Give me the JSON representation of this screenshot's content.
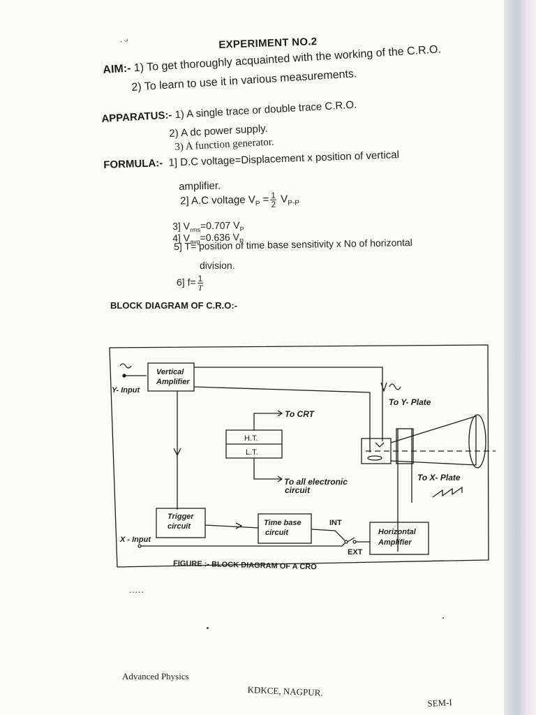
{
  "header": {
    "mark": "· ᵕᵎ",
    "title": "EXPERIMENT NO.2"
  },
  "aim": {
    "label": "AIM:-",
    "items": [
      "1) To get thoroughly acquainted with the working of the C.R.O.",
      "2) To learn to use it in various measurements."
    ]
  },
  "apparatus": {
    "label": "APPARATUS:-",
    "items": [
      "1) A single trace or double trace C.R.O.",
      "2) A dc power supply.",
      "3) A function generator."
    ]
  },
  "formula": {
    "label": "FORMULA:-",
    "f1a": "1] D.C voltage=Displacement x  position of vertical",
    "f1b": "amplifier.",
    "f2_prefix": "2] A.C voltage V",
    "f2_sub": "P",
    "f2_eq": " =",
    "f2_num": "1",
    "f2_den": "2",
    "f2_v": " V",
    "f2_vsub": "P-P",
    "f3_a": "3] V",
    "f3_sub": "rms",
    "f3_b": "=0.707 V",
    "f3_sub2": "P",
    "f4_a": "4] V",
    "f4_sub": "avg",
    "f4_b": "=0.636 V",
    "f4_sub2": "P",
    "f5a": "5] T= position of time base sensitivity x No of horizontal",
    "f5b": "division.",
    "f6_prefix": "6] f=",
    "f6_num": "1",
    "f6_den": "T"
  },
  "block_heading": "BLOCK DIAGRAM OF C.R.O:-",
  "diagram": {
    "vertical_amp": [
      "Vertical",
      "Amplifier"
    ],
    "y_input": "Y- Input",
    "to_y_plate": "To Y- Plate",
    "to_crt": "To CRT",
    "ht": "H.T.",
    "lt": "L.T.",
    "to_all": [
      "To all electronic",
      "circuit"
    ],
    "to_x_plate": "To X- Plate",
    "trigger": [
      "Trigger",
      "circuit"
    ],
    "time_base": [
      "Time base",
      "circuit"
    ],
    "int": "INT",
    "ext": "EXT",
    "horizontal_amp": [
      "Horizontal",
      "Amplifier"
    ],
    "x_input": "X - Input",
    "caption": "FIGURE :- BLOCK DIAGRAM OF A CRO"
  },
  "footer": {
    "dash": "-----",
    "left": "Advanced Physics",
    "center": "KDKCE, NAGPUR.",
    "right": "SEM-I"
  },
  "colors": {
    "ink": "#1c1c1c",
    "paper": "#fbfbf9"
  }
}
